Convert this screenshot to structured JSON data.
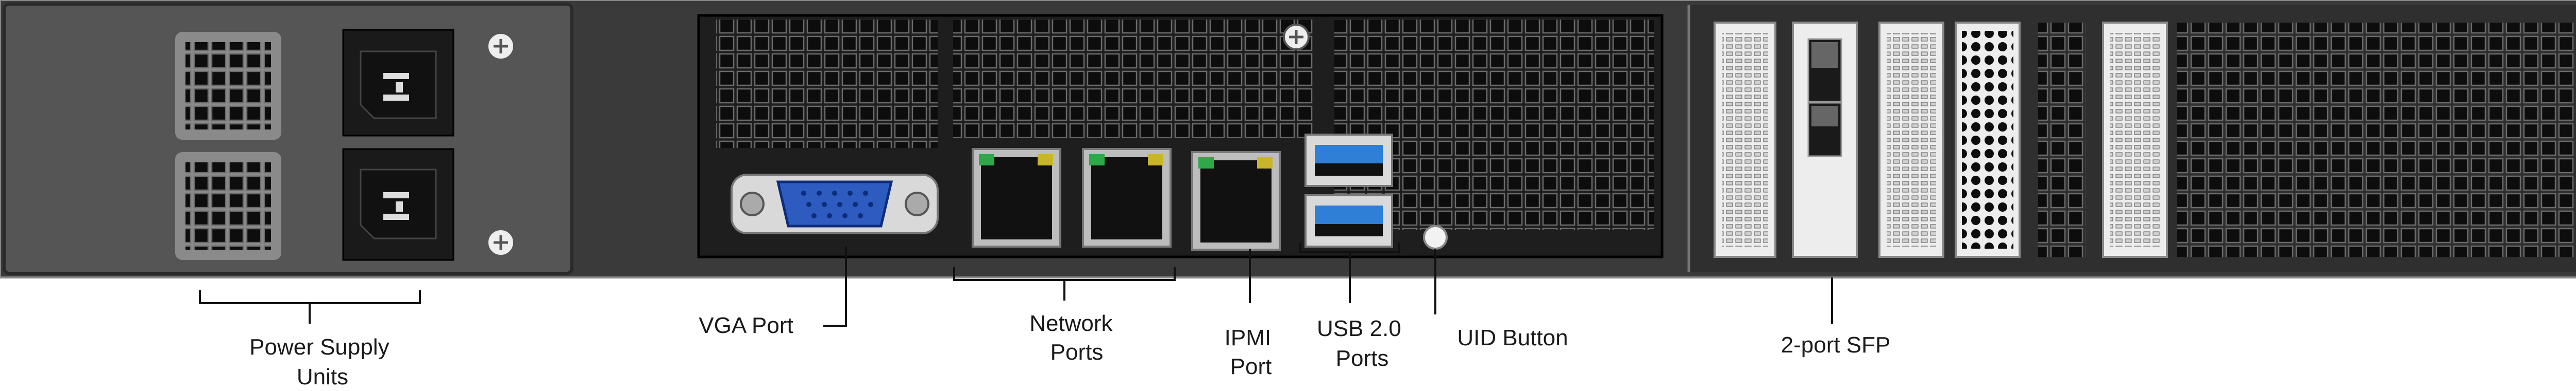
{
  "diagram": {
    "callouts": [
      {
        "id": "psu",
        "lines": [
          "Power Supply",
          "Units"
        ]
      },
      {
        "id": "vga",
        "lines": [
          "VGA Port"
        ]
      },
      {
        "id": "net",
        "lines": [
          "Network",
          "Ports"
        ]
      },
      {
        "id": "ipmi",
        "lines": [
          "IPMI",
          "Port"
        ]
      },
      {
        "id": "usb",
        "lines": [
          "USB 2.0",
          "Ports"
        ]
      },
      {
        "id": "uid",
        "lines": [
          "UID Button"
        ]
      },
      {
        "id": "sfp",
        "lines": [
          "2-port SFP"
        ]
      }
    ]
  },
  "colors": {
    "chassis": "#3a3a3a",
    "psu_panel": "#555555",
    "io_panel": "#1e1e1e",
    "vent_hole": "#111111",
    "vga_connector": "#2d5bbf",
    "usb_insert": "#2f7fd6",
    "led_green": "#2fa84a",
    "led_yellow": "#c9b52a",
    "leader_line": "#111111"
  },
  "icons": [
    "screw-icon",
    "power-inlet-icon",
    "fan-grille-icon",
    "vga-port-icon",
    "rj45-port-icon",
    "usb-port-icon",
    "uid-button-icon",
    "sfp-cage-icon"
  ]
}
